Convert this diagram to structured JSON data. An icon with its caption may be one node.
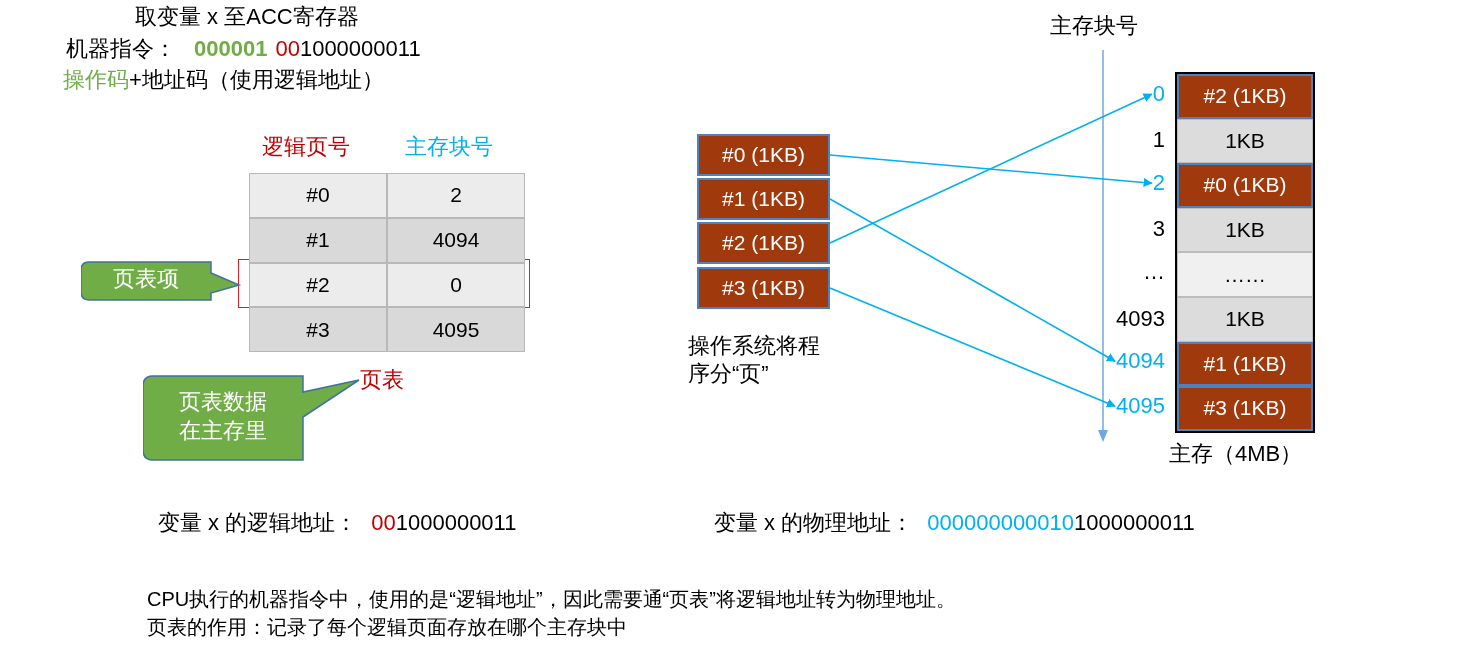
{
  "diagram": {
    "nodes": [
      {
        "text": [
          "#0 (1KB)"
        ]
      },
      {
        "text": [
          "#1 (1KB)"
        ]
      },
      {
        "text": [
          "#2 (1KB)"
        ]
      },
      {
        "text": [
          "#3 (1KB)"
        ]
      },
      {
        "text": [
          "主存（4MB）"
        ]
      },
      {
        "text": [
          "#2 (1KB)"
        ],
        "in": 4
      },
      {
        "text": [
          "1KB"
        ],
        "in": 4
      },
      {
        "text": [
          "#0 (1KB)"
        ],
        "in": 4
      },
      {
        "text": [
          "1KB"
        ],
        "in": 4
      },
      {
        "text": [
          "……"
        ],
        "in": 4
      },
      {
        "text": [
          "1KB"
        ],
        "in": 4
      },
      {
        "text": [
          "#1 (1KB)"
        ],
        "in": 4
      },
      {
        "text": [
          "#3 (1KB)"
        ],
        "in": 4
      },
      {
        "text": [
          "0"
        ]
      },
      {
        "text": [
          "2"
        ]
      },
      {
        "text": [
          "4094"
        ]
      },
      {
        "text": [
          "4095"
        ]
      },
      {
        "text": [
          "页表项"
        ]
      },
      {
        "text": [
          "页表数据在主存里"
        ]
      }
    ],
    "edges": [
      {
        "from": 0,
        "to": 14,
        "arrow": "to"
      },
      {
        "from": 1,
        "to": 15,
        "arrow": "to"
      },
      {
        "from": 2,
        "to": 13,
        "arrow": "to"
      },
      {
        "from": 3,
        "to": 16,
        "arrow": "to"
      }
    ],
    "labels": [
      "取变量 x 至ACC寄存器",
      "机器指令：",
      "000001",
      "00",
      "1000000011",
      "操作码",
      "+地址码（使用逻辑地址）",
      "逻辑页号",
      "主存块号",
      "#0",
      "2",
      "#1",
      "4094",
      "#2",
      "0",
      "#3",
      "4095",
      "页表",
      "主存块号",
      "1",
      "3",
      "…",
      "4093",
      "操作系统将程序分“页”",
      "变量 x 的逻辑地址：",
      "00",
      "1000000011",
      "变量 x 的物理地址：",
      "000000000010",
      "1000000011",
      "CPU执行的机器指令中，使用的是“逻辑地址”，因此需要通“页表”将逻辑地址转为物理地址。",
      "页表的作用：记录了每个逻辑页面存放在哪个主存块中"
    ]
  }
}
